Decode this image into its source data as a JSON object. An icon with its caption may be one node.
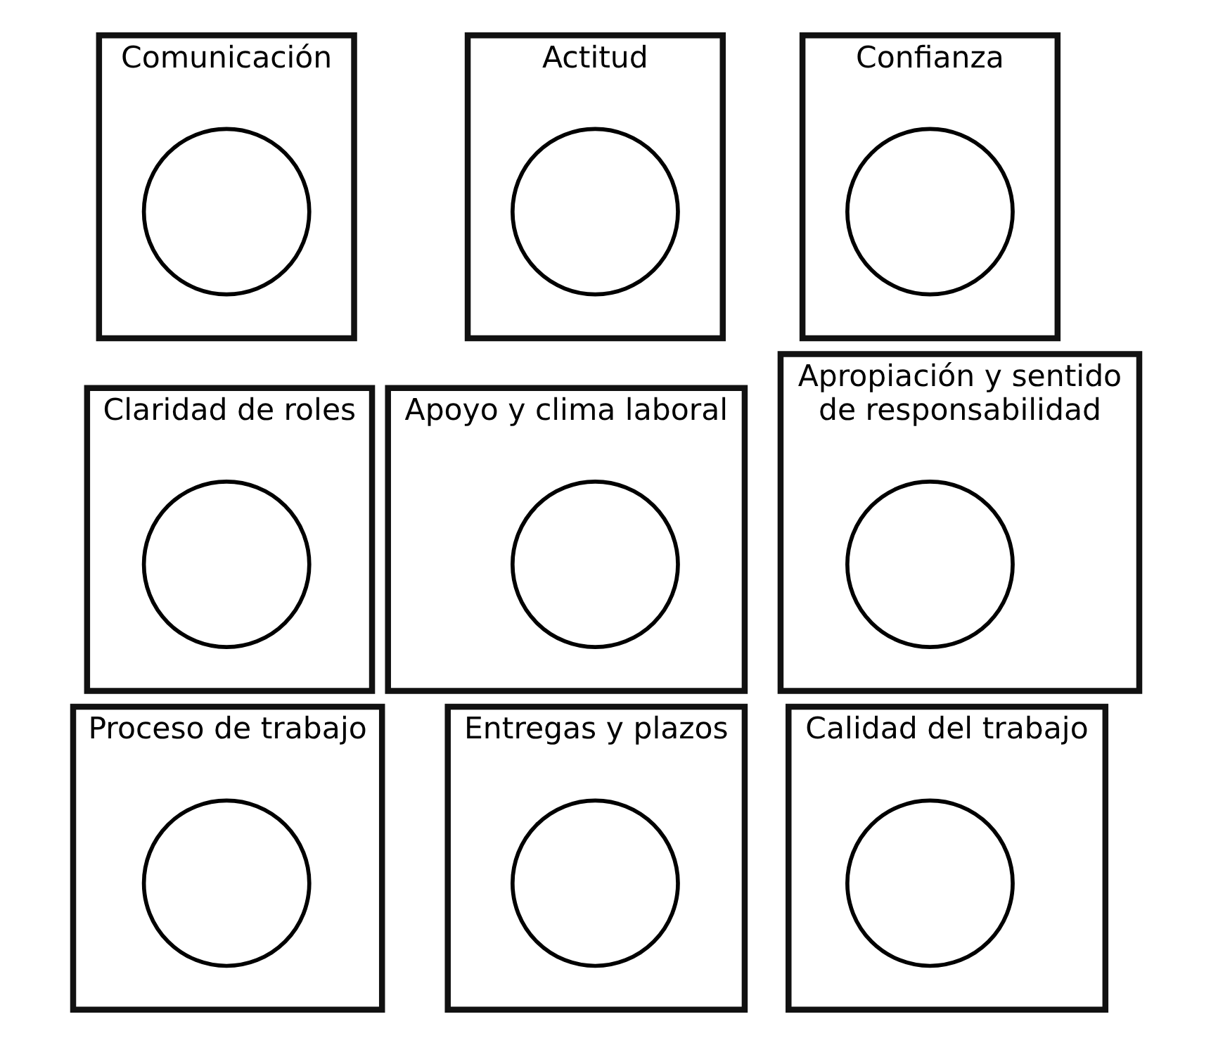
{
  "diagram": {
    "nodes": [
      {
        "text": [
          "Comunicación"
        ]
      },
      {
        "text": [],
        "shape": "circle",
        "in": 0
      },
      {
        "text": [
          "Actitud"
        ]
      },
      {
        "text": [],
        "shape": "circle",
        "in": 2
      },
      {
        "text": [
          "Confianza"
        ]
      },
      {
        "text": [],
        "shape": "circle",
        "in": 4
      },
      {
        "text": [
          "Claridad de roles"
        ]
      },
      {
        "text": [],
        "shape": "circle",
        "in": 6
      },
      {
        "text": [
          "Apoyo y clima laboral"
        ]
      },
      {
        "text": [],
        "shape": "circle",
        "in": 8
      },
      {
        "text": [
          "Apropiación y sentido de responsabilidad"
        ]
      },
      {
        "text": [],
        "shape": "circle",
        "in": 10
      },
      {
        "text": [
          "Proceso de trabajo"
        ]
      },
      {
        "text": [],
        "shape": "circle",
        "in": 12
      },
      {
        "text": [
          "Entregas y plazos"
        ]
      },
      {
        "text": [],
        "shape": "circle",
        "in": 14
      },
      {
        "text": [
          "Calidad del trabajo"
        ]
      },
      {
        "text": [],
        "shape": "circle",
        "in": 16
      }
    ],
    "edges": []
  }
}
